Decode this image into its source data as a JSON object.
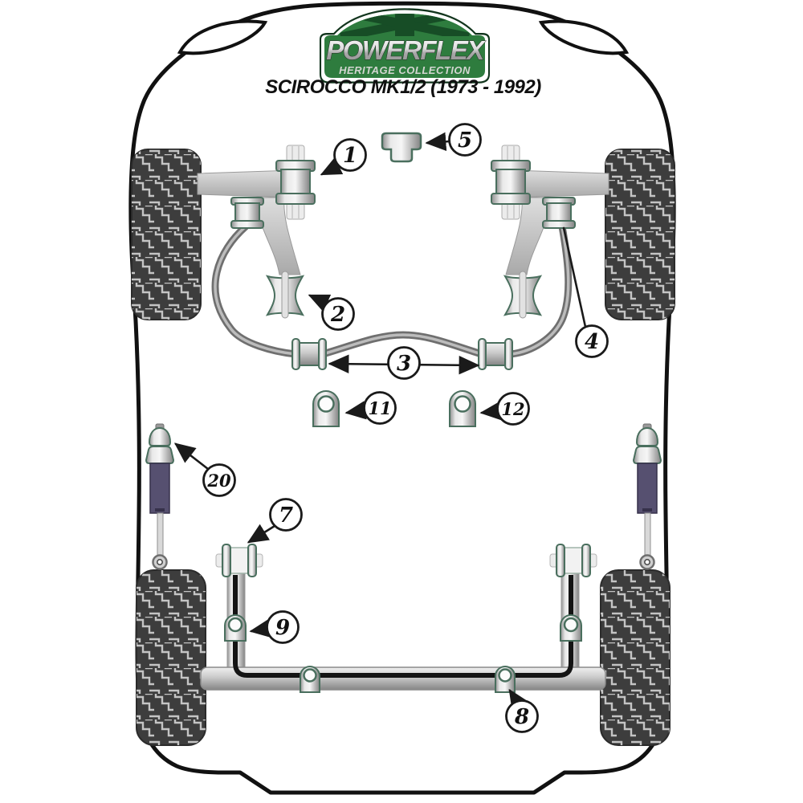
{
  "branding": {
    "logo_title": "POWERFLEX",
    "logo_subtitle": "HERITAGE COLLECTION"
  },
  "diagram": {
    "title": "SCIROCCO MK1/2 (1973 - 1992)",
    "callouts": [
      {
        "number": "1"
      },
      {
        "number": "2"
      },
      {
        "number": "3"
      },
      {
        "number": "4"
      },
      {
        "number": "5"
      },
      {
        "number": "7"
      },
      {
        "number": "8"
      },
      {
        "number": "9"
      },
      {
        "number": "11"
      },
      {
        "number": "12"
      },
      {
        "number": "20"
      }
    ]
  },
  "colors": {
    "powerflex_green": "#2e7c3e",
    "powerflex_dark_green": "#174d26",
    "bush_outline_green": "#4a6f5e",
    "tire_color": "#3d3d3d",
    "shock_body_color": "#565070"
  }
}
